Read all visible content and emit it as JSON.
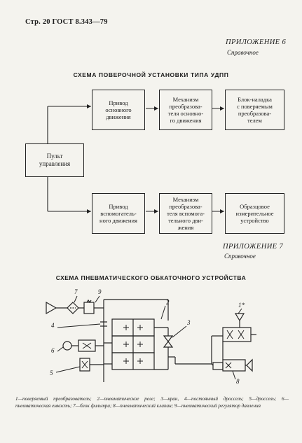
{
  "header": {
    "page_ref": "Стр. 20 ГОСТ 8.343—79"
  },
  "appendix6": {
    "title": "ПРИЛОЖЕНИЕ 6",
    "subtitle": "Справочное"
  },
  "scheme1": {
    "title": "СХЕМА ПОВЕРОЧНОЙ УСТАНОВКИ ТИПА УДПП",
    "console": "Пульт\nуправления",
    "top_row": [
      "Привод\nосновного\nдвижения",
      "Механизм\nпреобразова-\nтеля основно-\nго движения",
      "Блок-наладка\nс поверяемым\nпреобразова-\nтелем"
    ],
    "bottom_row": [
      "Привод\nвспомогатель-\nного движения",
      "Механизм\nпреобразова-\nтеля вспомога-\nтельного дви-\nжения",
      "Образцовое\nизмерительное\nустройство"
    ]
  },
  "appendix7": {
    "title": "ПРИЛОЖЕНИЕ 7",
    "subtitle": "Справочное"
  },
  "scheme2": {
    "title": "СХЕМА ПНЕВМАТИЧЕСКОГО ОБКАТОЧНОГО УСТРОЙСТВА",
    "labels": [
      "7",
      "9",
      "2",
      "3",
      "4",
      "6",
      "5",
      "1*",
      "8"
    ],
    "caption": "1—поверяемый преобразователь; 2—пневматическое реле; 3—кран, 4—постоянный дроссель; 5—дроссель; 6—пневматическая емкость; 7—блок фильтра; 8—пневматический клапан; 9—пневматический регулятор давления"
  }
}
